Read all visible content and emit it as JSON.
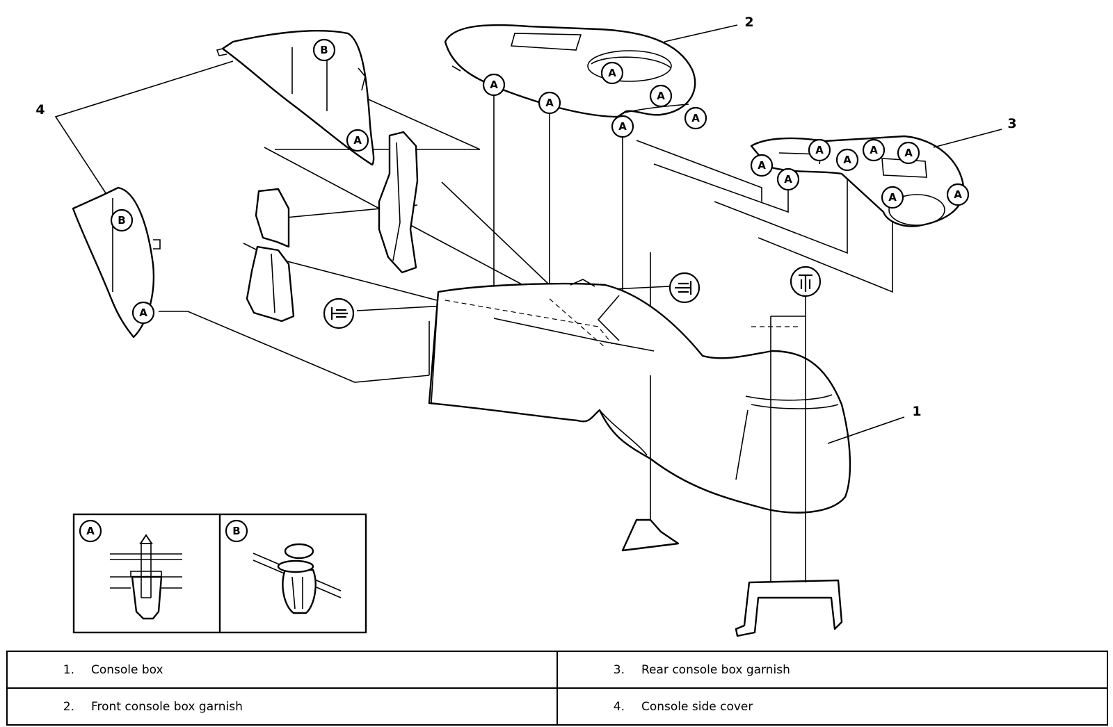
{
  "callouts": {
    "a": "A",
    "b": "B"
  },
  "part_numbers": [
    "1",
    "2",
    "3",
    "4"
  ],
  "detail": {
    "a_label": "A",
    "b_label": "B"
  },
  "legend": [
    [
      {
        "num": "1.",
        "text": "Console box"
      },
      {
        "num": "3.",
        "text": "Rear console box garnish"
      }
    ],
    [
      {
        "num": "2.",
        "text": "Front console box garnish"
      },
      {
        "num": "4.",
        "text": "Console side cover"
      }
    ]
  ]
}
